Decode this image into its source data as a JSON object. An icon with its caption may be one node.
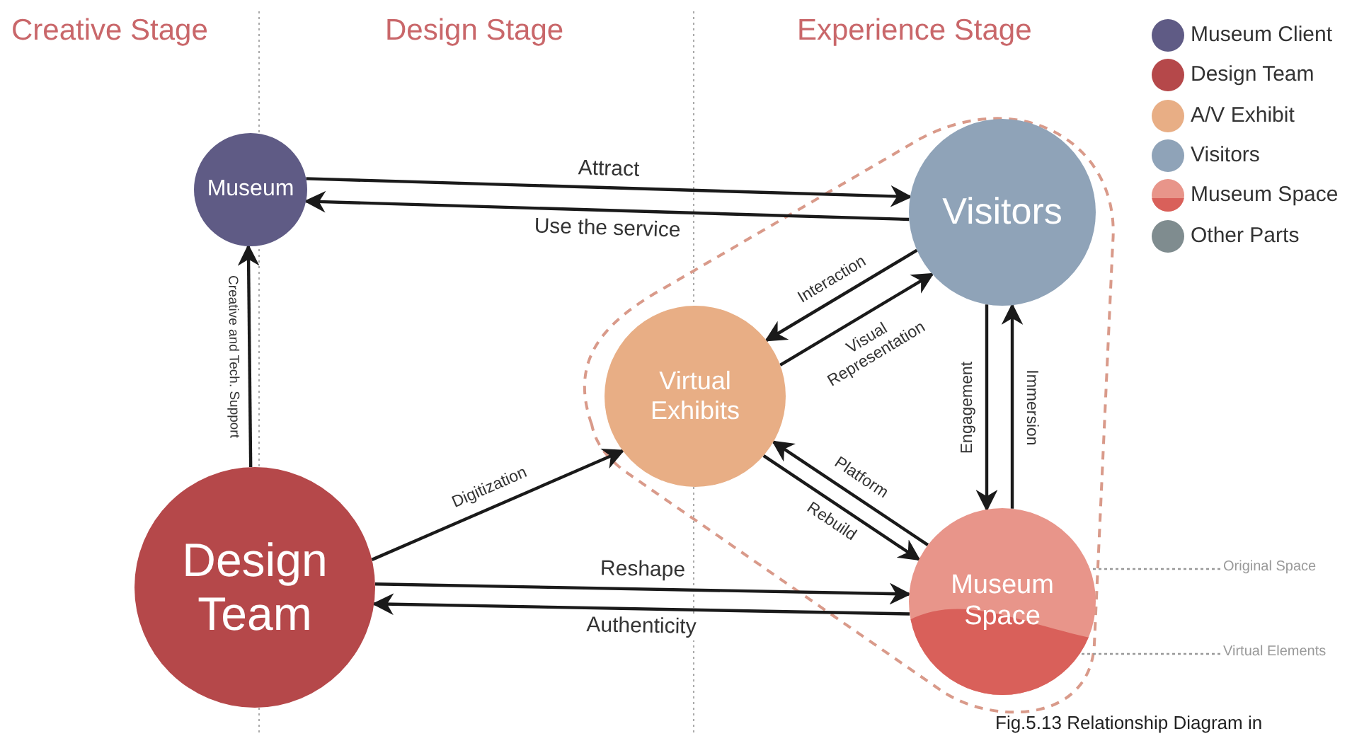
{
  "diagram": {
    "caption": "Fig.5.13 Relationship Diagram in",
    "nodes": [
      {
        "text": [
          "Museum"
        ]
      },
      {
        "text": [
          "Visitors"
        ]
      },
      {
        "text": [
          "Virtual Exhibits"
        ]
      },
      {
        "text": [
          "Design Team"
        ]
      },
      {
        "text": [
          "Museum Space"
        ]
      },
      {
        "text": [
          "Original Space"
        ]
      },
      {
        "text": [
          "Virtual Elements"
        ]
      }
    ],
    "edges": [
      {
        "from": 0,
        "to": 1,
        "arrow": "to",
        "label": "Attract"
      },
      {
        "from": 1,
        "to": 0,
        "arrow": "to",
        "label": "Use the service"
      },
      {
        "from": 3,
        "to": 0,
        "arrow": "to",
        "label": "Creative and Tech. Support"
      },
      {
        "from": 3,
        "to": 2,
        "arrow": "to",
        "label": "Digitization"
      },
      {
        "from": 1,
        "to": 2,
        "arrow": "to",
        "label": "Interaction"
      },
      {
        "from": 2,
        "to": 1,
        "arrow": "to",
        "label": "Visual Representation"
      },
      {
        "from": 4,
        "to": 2,
        "arrow": "to",
        "label": "Platform"
      },
      {
        "from": 2,
        "to": 4,
        "arrow": "to",
        "label": "Rebuild"
      },
      {
        "from": 1,
        "to": 4,
        "arrow": "to",
        "label": "Engagement"
      },
      {
        "from": 4,
        "to": 1,
        "arrow": "to",
        "label": "Immersion"
      },
      {
        "from": 3,
        "to": 4,
        "arrow": "to",
        "label": "Reshape"
      },
      {
        "from": 4,
        "to": 3,
        "arrow": "to",
        "label": "Authenticity"
      },
      {
        "from": 5,
        "to": 4,
        "arrow": "none",
        "style": "dashed",
        "color": "#999999"
      },
      {
        "from": 6,
        "to": 4,
        "arrow": "none",
        "style": "dashed",
        "color": "#999999"
      }
    ],
    "labels": [
      "Creative Stage",
      "Design Stage",
      "Experience Stage"
    ],
    "legend": [
      {
        "text": "Museum Client",
        "color": "#5f5b85"
      },
      {
        "text": "Design Team",
        "color": "#b5484a"
      },
      {
        "text": "A/V Exhibit",
        "color": "#e8ae85"
      },
      {
        "text": "Visitors",
        "color": "#8fa3b8"
      },
      {
        "text": "Museum Space",
        "color": "#e8958a"
      },
      {
        "text": "Other Parts",
        "color": "#7f8c8f"
      }
    ]
  }
}
